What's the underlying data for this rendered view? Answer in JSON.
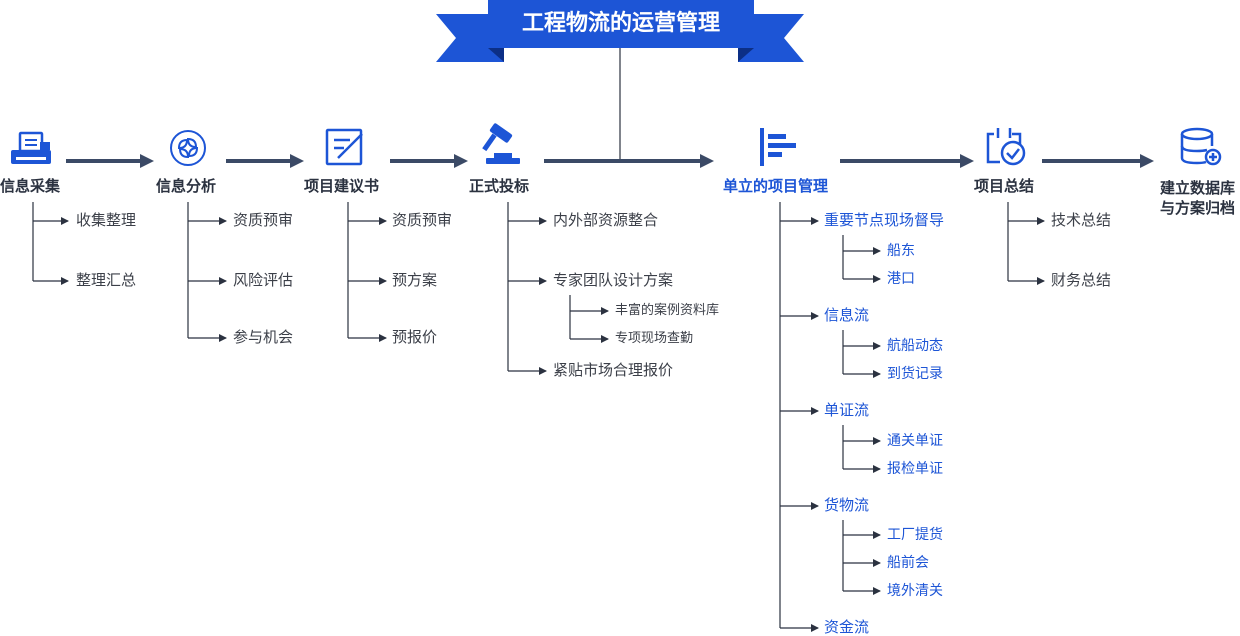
{
  "title": "工程物流的运营管理",
  "colors": {
    "primary_blue": "#1d55d6",
    "dark": "#2b3240",
    "arrow": "#3b4a66"
  },
  "steps": [
    {
      "label": "信息采集",
      "icon": "file-drawer-icon",
      "children": [
        "收集整理",
        "整理汇总"
      ]
    },
    {
      "label": "信息分析",
      "icon": "aperture-icon",
      "children": [
        "资质预审",
        "风险评估",
        "参与机会"
      ]
    },
    {
      "label": "项目建议书",
      "icon": "edit-document-icon",
      "children": [
        "资质预审",
        "预方案",
        "预报价"
      ]
    },
    {
      "label": "正式投标",
      "icon": "gavel-icon",
      "children": [
        {
          "label": "内外部资源整合"
        },
        {
          "label": "专家团队设计方案",
          "children": [
            "丰富的案例资料库",
            "专项现场查勤"
          ]
        },
        {
          "label": "紧贴市场合理报价"
        }
      ]
    },
    {
      "label": "单立的项目管理",
      "icon": "bar-list-icon",
      "children": [
        {
          "label": "重要节点现场督导",
          "children": [
            "船东",
            "港口"
          ]
        },
        {
          "label": "信息流",
          "children": [
            "航船动态",
            "到货记录"
          ]
        },
        {
          "label": "单证流",
          "children": [
            "通关单证",
            "报检单证"
          ]
        },
        {
          "label": "货物流",
          "children": [
            "工厂提货",
            "船前会",
            "境外清关"
          ]
        },
        {
          "label": "资金流"
        }
      ]
    },
    {
      "label": "项目总结",
      "icon": "calendar-check-icon",
      "children": [
        "技术总结",
        "财务总结"
      ]
    },
    {
      "label_lines": [
        "建立数据库",
        "与方案归档"
      ],
      "icon": "database-add-icon"
    }
  ]
}
